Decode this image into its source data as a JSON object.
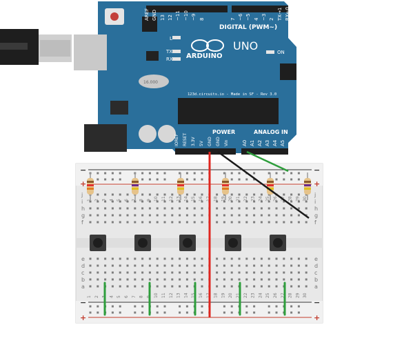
{
  "board": {
    "brand": "ARDUINO",
    "model": "UNO",
    "digital_header": "DIGITAL (PWM~)",
    "pin_labels_top": [
      "AREF",
      "GND",
      "13",
      "12",
      "~11",
      "~10",
      "~9",
      "8",
      "7",
      "~6",
      "~5",
      "4",
      "~3",
      "2",
      "TX→1",
      "RX←0"
    ],
    "made_in": "123d.circuits.io - Made in SF - Rev 3.0",
    "power_header": "POWER",
    "analog_header": "ANALOG IN",
    "power_pins": [
      "IOREF",
      "RESET",
      "3.3V",
      "5V",
      "GND",
      "GND",
      "Vin"
    ],
    "analog_pins": [
      "A0",
      "A1",
      "A2",
      "A3",
      "A4",
      "A5"
    ],
    "led_l": "L",
    "led_tx": "TX",
    "led_rx": "RX",
    "led_on": "ON",
    "crystal": "16.000"
  },
  "breadboard": {
    "rail_plus": "+",
    "rail_minus": "−",
    "rows_top": [
      "j",
      "i",
      "h",
      "g",
      "f"
    ],
    "rows_bottom": [
      "e",
      "d",
      "c",
      "b",
      "a"
    ],
    "column_numbers": [
      "1",
      "2",
      "3",
      "4",
      "5",
      "6",
      "7",
      "8",
      "9",
      "10",
      "11",
      "12",
      "13",
      "14",
      "15",
      "16",
      "17",
      "18",
      "19",
      "20",
      "21",
      "22",
      "23",
      "24",
      "25",
      "26",
      "27",
      "28",
      "29",
      "30"
    ]
  },
  "colors": {
    "board": "#2a6f9b",
    "wire_red": "#e0261f",
    "wire_black": "#1a1a1a",
    "wire_green": "#2e9e3c",
    "breadboard": "#e8e8e8"
  }
}
